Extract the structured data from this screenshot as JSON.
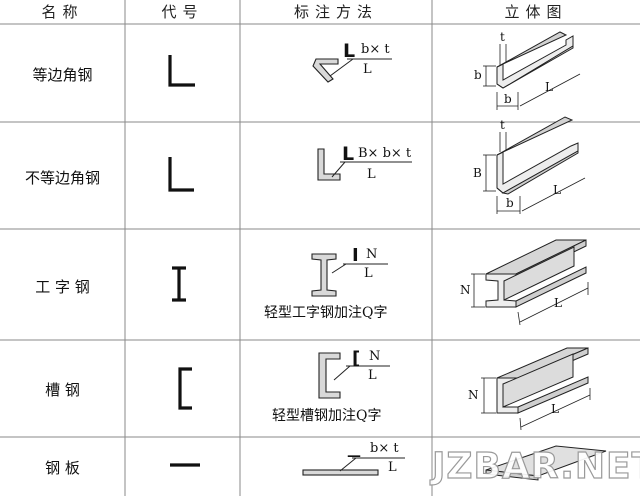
{
  "table": {
    "headers": [
      "名称",
      "代号",
      "标注方法",
      "立体图"
    ],
    "rows": [
      {
        "name": "等边角钢",
        "note_main": "L",
        "note_dims": "b× t",
        "note_sub": "L",
        "labels": [
          "t",
          "b",
          "b",
          "L"
        ]
      },
      {
        "name": "不等边角钢",
        "note_main": "L",
        "note_dims": "B× b× t",
        "note_sub": "L",
        "labels": [
          "t",
          "B",
          "b",
          "L"
        ]
      },
      {
        "name": "工 字 钢",
        "note_main": "I",
        "note_dims": "N",
        "note_sub": "L",
        "caption": "轻型工字钢加注Q字",
        "labels": [
          "N",
          "L"
        ]
      },
      {
        "name": "槽  钢",
        "note_main": "[",
        "note_dims": "N",
        "note_sub": "L",
        "caption": "轻型槽钢加注Q字",
        "labels": [
          "N",
          "L"
        ]
      },
      {
        "name": "钢  板",
        "note_main": "—",
        "note_dims": "b× t",
        "note_sub": "L",
        "labels": []
      }
    ]
  },
  "watermark": "JZBAR.NET",
  "colors": {
    "line": "#8a8a8a",
    "stroke": "#1a1a1a",
    "shade": "#c8c8c8"
  }
}
